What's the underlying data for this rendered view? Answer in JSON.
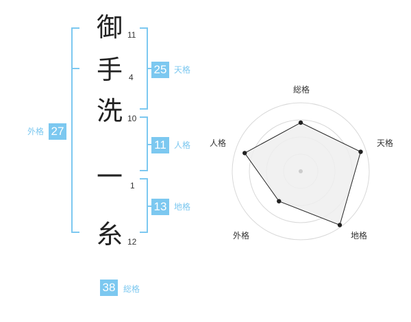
{
  "name": {
    "chars": [
      {
        "char": "御",
        "strokes": "11"
      },
      {
        "char": "手",
        "strokes": "4"
      },
      {
        "char": "洗",
        "strokes": "10"
      },
      {
        "char": "一",
        "strokes": "1"
      },
      {
        "char": "糸",
        "strokes": "12"
      }
    ]
  },
  "scores": {
    "tenkaku": {
      "value": "25",
      "label": "天格"
    },
    "jinkaku": {
      "value": "11",
      "label": "人格"
    },
    "chikaku": {
      "value": "13",
      "label": "地格"
    },
    "gaikaku": {
      "value": "27",
      "label": "外格"
    },
    "soukaku": {
      "value": "38",
      "label": "総格"
    }
  },
  "colors": {
    "accent": "#7cc8f0",
    "text": "#222222",
    "radar_fill": "#eeeeee",
    "radar_grid": "#d8d8d8"
  },
  "chart_data": {
    "type": "radar",
    "axes": [
      "総格",
      "天格",
      "地格",
      "外格",
      "人格"
    ],
    "values": [
      0.71,
      0.92,
      0.97,
      0.54,
      0.86
    ],
    "rings": 4,
    "value_range": [
      0,
      1
    ]
  }
}
